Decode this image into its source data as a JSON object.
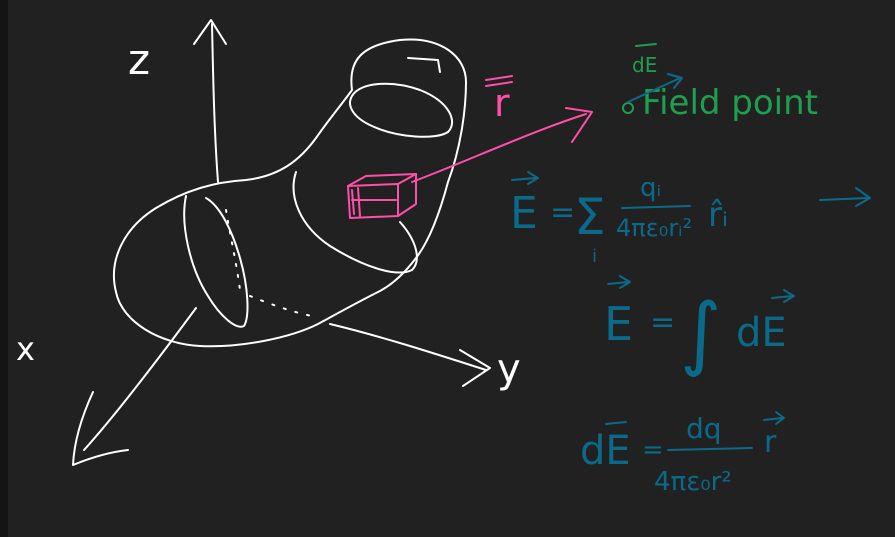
{
  "axes": {
    "z_label": "z",
    "x_label": "x",
    "y_label": "y"
  },
  "vector_r": "r",
  "field_point": {
    "label": "Field point",
    "dE_label": "dE"
  },
  "equations": {
    "sum_E": "E",
    "sum_eq": "=",
    "sum_sym": "Σ",
    "sum_index": "i",
    "sum_num": "qᵢ",
    "sum_den": "4πε₀rᵢ²",
    "sum_unit": "r̂ᵢ",
    "integral_E": "E",
    "integral_eq": "=",
    "integral_sym": "∫",
    "integral_dE": "dE",
    "diff_lhs": "dE",
    "diff_eq": "=",
    "diff_num": "dq",
    "diff_den": "4πε₀r²",
    "diff_r": "r"
  },
  "colors": {
    "background": "#212121",
    "white_ink": "#ffffff",
    "pink_ink": "#ff4fa8",
    "green_ink": "#1e9e4e",
    "blue_ink": "#0b6a8a"
  }
}
